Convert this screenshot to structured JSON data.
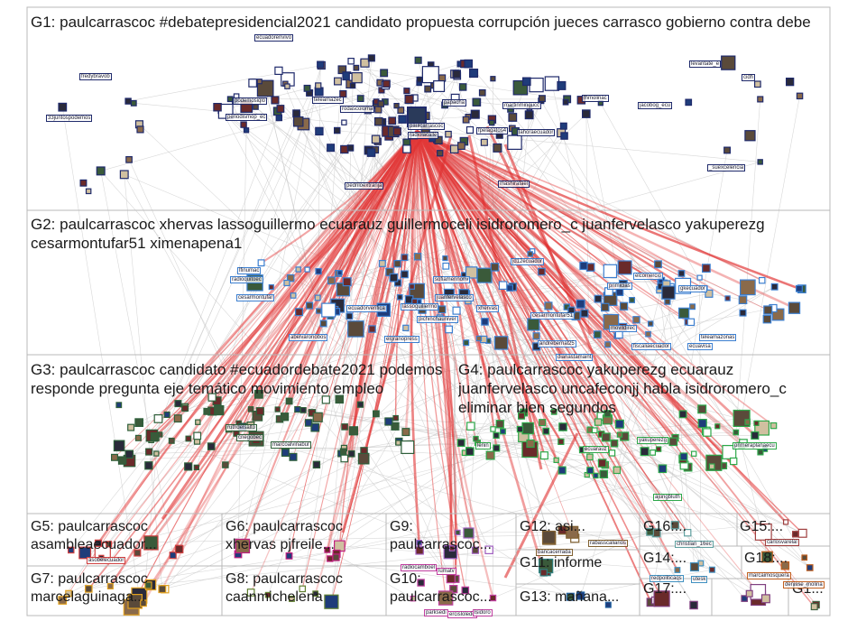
{
  "groups": [
    {
      "id": "G1",
      "label": "G1: paulcarrascoc #debatepresidencial2021 candidato propuesta corrupción jueces carrasco gobierno contra debe",
      "color": "#1f2a6b"
    },
    {
      "id": "G2",
      "label": "G2: paulcarrascoc xhervas lassoguillermo ecuarauz guillermoceli isidroromero_c juanfervelasco yakuperezg cesarmontufar51 ximenapena1",
      "color": "#3c7fd0"
    },
    {
      "id": "G3",
      "label": "G3: paulcarrascoc candidato #ecuadordebate2021 podemos responde pregunta eje temático movimiento empleo",
      "color": "#2e5f3a"
    },
    {
      "id": "G4",
      "label": "G4: paulcarrascoc yakuperezg ecuarauz juanfervelasco uncafeconjj habla isidroromero_c eliminar bien segundos",
      "color": "#2ea84a"
    },
    {
      "id": "G5",
      "label": "G5: paulcarrascoc asambleaecuador...",
      "color": "#d04040"
    },
    {
      "id": "G6",
      "label": "G6: paulcarrascoc xhervas pjfreile...",
      "color": "#c02080"
    },
    {
      "id": "G7",
      "label": "G7: paulcarrascoc marcelaguinaga...",
      "color": "#e0a020"
    },
    {
      "id": "G8",
      "label": "G8: paulcarrascoc caanmichelena",
      "color": "#608030"
    },
    {
      "id": "G9",
      "label": "G9: paulcarrascoc...",
      "color": "#a060c0"
    },
    {
      "id": "G10",
      "label": "G10: paulcarrascoc...",
      "color": "#c040a0"
    },
    {
      "id": "G11",
      "label": "G11: informe",
      "color": "#308080"
    },
    {
      "id": "G12",
      "label": "G12: asi...",
      "color": "#806030"
    },
    {
      "id": "G13",
      "label": "G13: mañana...",
      "color": "#2060a0"
    },
    {
      "id": "G14",
      "label": "G14:...",
      "color": "#4090c0"
    },
    {
      "id": "G15",
      "label": "G15:...",
      "color": "#a04040"
    },
    {
      "id": "G16",
      "label": "G16:...",
      "color": "#60a0a0"
    },
    {
      "id": "G17",
      "label": "G17:...",
      "color": "#804080"
    },
    {
      "id": "G18",
      "label": "G18:...",
      "color": "#c06020"
    },
    {
      "id": "G19",
      "label": "G1...",
      "color": "#406040"
    }
  ],
  "node_labels": [
    {
      "text": "ecuadorenvivo",
      "group": "G1"
    },
    {
      "text": "fredybravob",
      "group": "G1"
    },
    {
      "text": "33juntospodemos",
      "group": "G1"
    },
    {
      "text": "podemosiqlo",
      "group": "G1"
    },
    {
      "text": "periodismop_ec",
      "group": "G1"
    },
    {
      "text": "teleamazec",
      "group": "G1"
    },
    {
      "text": "rodascoloma",
      "group": "G1"
    },
    {
      "text": "paulcarrascoc",
      "group": "G1"
    },
    {
      "text": "radiolacalle",
      "group": "G1"
    },
    {
      "text": "papacha",
      "group": "G1"
    },
    {
      "text": "martinmingucc",
      "group": "G1"
    },
    {
      "text": "lahoraecuador",
      "group": "G1"
    },
    {
      "text": "fhmolinac",
      "group": "G1"
    },
    {
      "text": "jacobog_ecu",
      "group": "G1"
    },
    {
      "text": "levantate_e",
      "group": "G1"
    },
    {
      "text": "cidh",
      "group": "G1"
    },
    {
      "text": "_suexcelencia",
      "group": "G1"
    },
    {
      "text": "pedriloextranja",
      "group": "G1"
    },
    {
      "text": "mashirafael",
      "group": "G1"
    },
    {
      "text": "fpelagatos4",
      "group": "G1"
    },
    {
      "text": "xhervas",
      "group": "G2"
    },
    {
      "text": "lfinumac",
      "group": "G2"
    },
    {
      "text": "radioquitoec",
      "group": "G2"
    },
    {
      "text": "cesarmontufar",
      "group": "G2"
    },
    {
      "text": "abelvaronobos",
      "group": "G2"
    },
    {
      "text": "sofiamerinoriv",
      "group": "G2"
    },
    {
      "text": "juanfervelasco",
      "group": "G2"
    },
    {
      "text": "ecuadorverifica",
      "group": "G2"
    },
    {
      "text": "lassoguillermo",
      "group": "G2"
    },
    {
      "text": "pichinchauniver",
      "group": "G2"
    },
    {
      "text": "cesarmontufar51",
      "group": "G2"
    },
    {
      "text": "jd12ecuador",
      "group": "G2"
    },
    {
      "text": "primicias",
      "group": "G2"
    },
    {
      "text": "elcomercio",
      "group": "G2"
    },
    {
      "text": "gkecuador",
      "group": "G2"
    },
    {
      "text": "movildirec",
      "group": "G2"
    },
    {
      "text": "fiscaliaecuador",
      "group": "G2"
    },
    {
      "text": "ecuavisa",
      "group": "G2"
    },
    {
      "text": "teleamazonas",
      "group": "G2"
    },
    {
      "text": "andrebernal25",
      "group": "G2"
    },
    {
      "text": "dianastamaint",
      "group": "G2"
    },
    {
      "text": "elgranopress",
      "group": "G2"
    },
    {
      "text": "ruthdelsalto",
      "group": "G3"
    },
    {
      "text": "cnegobec",
      "group": "G3"
    },
    {
      "text": "marcoalvinabur",
      "group": "G3"
    },
    {
      "text": "lenin",
      "group": "G4"
    },
    {
      "text": "ecuarauz",
      "group": "G4"
    },
    {
      "text": "yakuperezg",
      "group": "G4"
    },
    {
      "text": "primeraplanaecu",
      "group": "G4"
    },
    {
      "text": "ajungbluth",
      "group": "G4"
    },
    {
      "text": "asobelecuador",
      "group": "G5"
    },
    {
      "text": "bancacerrada",
      "group": "G12"
    },
    {
      "text": "rabasscaliarios",
      "group": "G12"
    },
    {
      "text": "christian_16ec",
      "group": "G16"
    },
    {
      "text": "carlosvarelal",
      "group": "G15"
    },
    {
      "text": "redpoliticaqs",
      "group": "G14"
    },
    {
      "text": "utesk",
      "group": "G14"
    },
    {
      "text": "marcaimosquera",
      "group": "G18"
    },
    {
      "text": "denisse_molina",
      "group": "G18"
    },
    {
      "text": "radiocamboel",
      "group": "G10"
    },
    {
      "text": "lumatv",
      "group": "G10"
    },
    {
      "text": "parksedi",
      "group": "G10"
    },
    {
      "text": "ercisloledo",
      "group": "G10"
    },
    {
      "text": "lsidoro",
      "group": "G10"
    }
  ]
}
